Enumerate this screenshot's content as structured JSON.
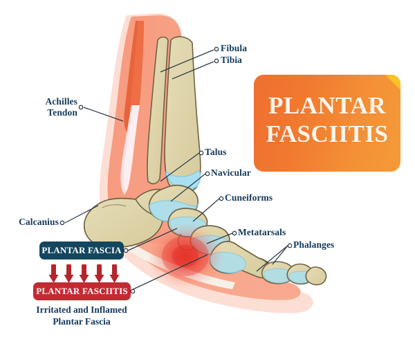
{
  "title_banner": {
    "line1": "PLANTAR",
    "line2": "FASCIITIS",
    "gradient_from": "#ef6f31",
    "gradient_to": "#f59b39",
    "fold_color": "#fcc125",
    "text_color": "#fdf5ec"
  },
  "labels": {
    "fibula": "Fibula",
    "tibia": "Tibia",
    "achilles_line1": "Achilles",
    "achilles_line2": "Tendon",
    "talus": "Talus",
    "navicular": "Navicular",
    "cuneiforms": "Cuneiforms",
    "calcanius": "Calcanius",
    "metatarsals": "Metatarsals",
    "phalanges": "Phalanges",
    "label_color": "#14395c",
    "leader_color": "#2b3a47"
  },
  "callouts": {
    "fascia_chip": "PLANTAR FASCIA",
    "fascia_chip_color": "#14465f",
    "fasciitis_chip": "PLANTAR FASCIITIS",
    "fasciitis_chip_color": "#c32a32",
    "caption_line1": "Irritated and Inflamed",
    "caption_line2": "Plantar Fascia",
    "arrow_count": 5,
    "arrow_color": "#b3262c"
  },
  "anatomy": {
    "skin_color": "#f79b7f",
    "skin_light_color": "#fbc3b0",
    "bone_color": "#ddd3a8",
    "bone_outline": "#6f6243",
    "cartilage_color": "#a8e0f2",
    "muscle_color": "#e8643c",
    "tendon_color": "#fbe3e6",
    "fascia_color": "#f7f3ec",
    "inflammation_color": "#e8362f"
  }
}
